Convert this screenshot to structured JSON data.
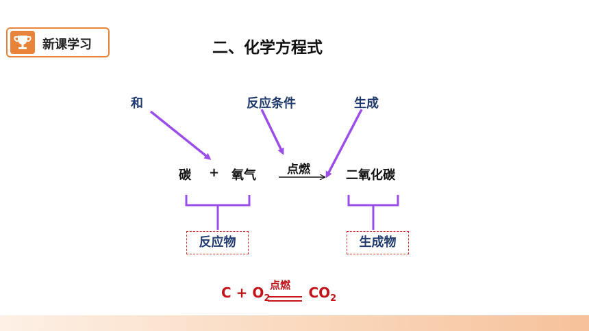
{
  "header": {
    "badge_label": "新课学习",
    "badge_icon": "trophy-icon",
    "title": "二、化学方程式"
  },
  "labels": {
    "and": "和",
    "condition": "反应条件",
    "produce": "生成"
  },
  "equation": {
    "reactant1": "碳",
    "plus": "+",
    "reactant2": "氧气",
    "condition": "点燃",
    "product": "二氧化碳"
  },
  "groups": {
    "reactants": "反应物",
    "products": "生成物"
  },
  "formula": {
    "c": "C",
    "plus": "+",
    "o": "O",
    "o_sub": "2",
    "condition": "点燃",
    "co": "CO",
    "co_sub": "2"
  },
  "colors": {
    "accent_orange": "#e8833a",
    "arrow_purple": "#9b4dea",
    "label_navy": "#1f3a6e",
    "box_red": "#d9302a",
    "formula_red": "#c0141a"
  }
}
